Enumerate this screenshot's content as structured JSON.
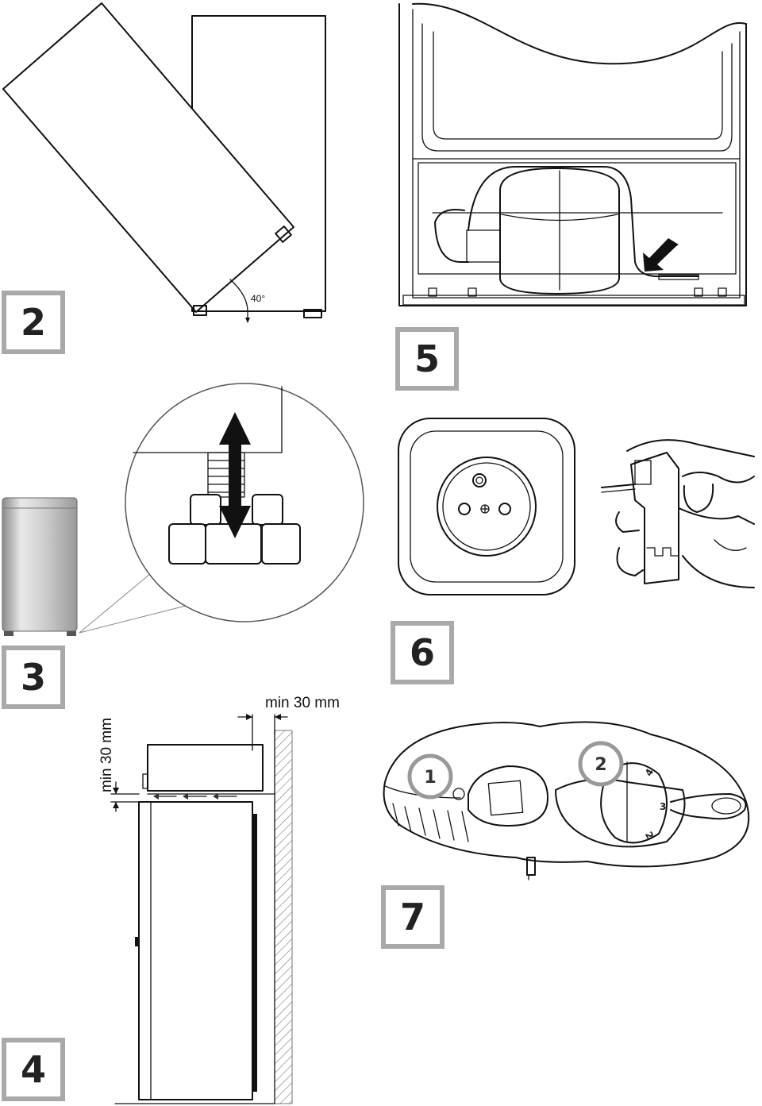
{
  "figures": {
    "fig2": {
      "number": "2",
      "angle_label": "40°"
    },
    "fig3": {
      "number": "3"
    },
    "fig4": {
      "number": "4",
      "top_gap_label": "min 30 mm",
      "side_gap_label": "min 30 mm"
    },
    "fig5": {
      "number": "5"
    },
    "fig6": {
      "number": "6"
    },
    "fig7": {
      "number": "7",
      "callout_1": "1",
      "callout_2": "2",
      "dial_marks": [
        "4",
        "3",
        "2"
      ]
    }
  },
  "colors": {
    "badge_border": "#a9a9a9",
    "ink": "#111111",
    "fridge_gray": "#c8c8c8"
  }
}
